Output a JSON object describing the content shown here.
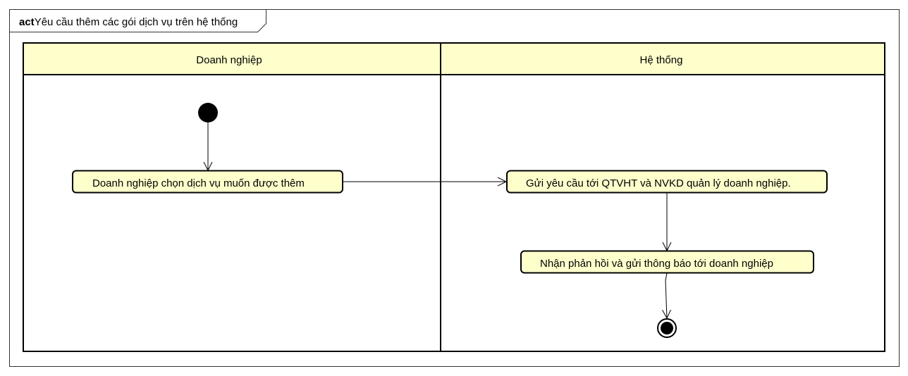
{
  "frame": {
    "keyword": "act",
    "title": "Yêu cầu thêm các gói dịch vụ trên hệ thống"
  },
  "lanes": [
    {
      "label": "Doanh nghiệp"
    },
    {
      "label": "Hệ thống"
    }
  ],
  "actions": [
    {
      "label": "Doanh nghiệp chọn dịch vụ muốn được thêm"
    },
    {
      "label": "Gửi yêu cầu tới QTVHT và NVKD quản lý doanh nghiệp."
    },
    {
      "label": "Nhận phản hồi và gửi thông báo tới doanh nghiệp"
    }
  ],
  "colors": {
    "lane_header": "#ffffcc",
    "action_fill": "#ffffcc",
    "line": "#000000",
    "frame_border": "#333333"
  }
}
